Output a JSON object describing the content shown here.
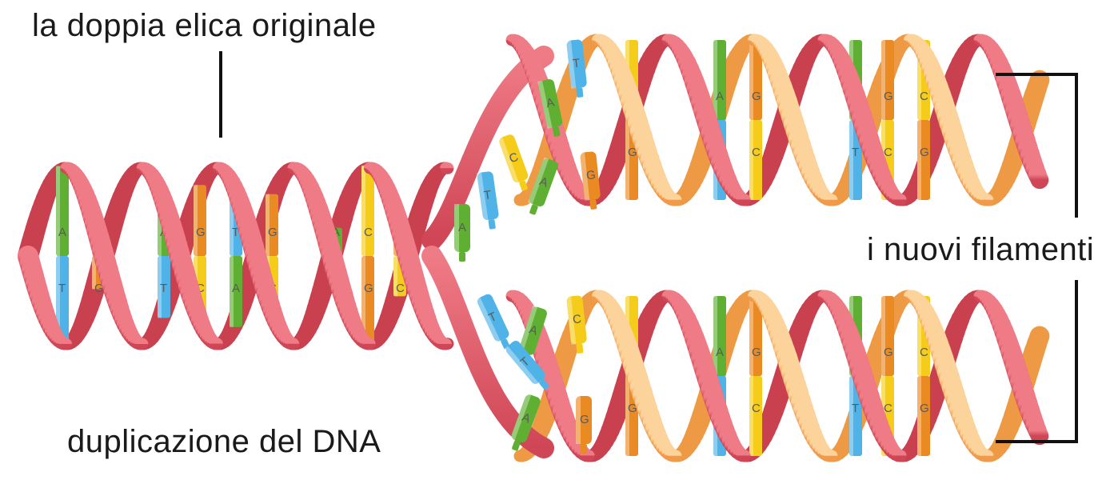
{
  "labels": {
    "original_helix": "la doppia elica originale",
    "new_strands": "i nuovi filamenti",
    "caption": "duplicazione del DNA"
  },
  "colors": {
    "old_strand": "#e35d6a",
    "old_strand_dark": "#c9404f",
    "new_strand": "#f8b56a",
    "new_strand_dark": "#ee9a44",
    "adenine": "#5fb032",
    "thymine": "#4fb3e8",
    "guanine": "#ea8a22",
    "cytosine": "#f6cc1a"
  },
  "base_pairs": {
    "original": [
      {
        "top": "A",
        "bottom": "T"
      },
      {
        "top": "C",
        "bottom": "G"
      },
      {
        "top": "A",
        "bottom": "T"
      },
      {
        "top": "G",
        "bottom": "C"
      },
      {
        "top": "T",
        "bottom": "A"
      },
      {
        "top": "G",
        "bottom": "C"
      },
      {
        "top": "A",
        "bottom": "T"
      },
      {
        "top": "C",
        "bottom": "G"
      },
      {
        "top": "G",
        "bottom": "C"
      }
    ],
    "upper_copy": [
      {
        "top": "C",
        "bottom": "G"
      },
      {
        "top": "A",
        "bottom": "T"
      },
      {
        "top": "G",
        "bottom": "C"
      },
      {
        "top": "A",
        "bottom": "T"
      },
      {
        "top": "G",
        "bottom": "C"
      },
      {
        "top": "C",
        "bottom": "G"
      }
    ],
    "lower_copy": [
      {
        "top": "C",
        "bottom": "G"
      },
      {
        "top": "A",
        "bottom": "T"
      },
      {
        "top": "G",
        "bottom": "C"
      },
      {
        "top": "A",
        "bottom": "T"
      },
      {
        "top": "G",
        "bottom": "C"
      },
      {
        "top": "C",
        "bottom": "G"
      }
    ],
    "free_nucleotides": [
      "T",
      "A",
      "C",
      "T",
      "A",
      "G",
      "A",
      "T",
      "A",
      "C",
      "T",
      "A",
      "G"
    ]
  }
}
